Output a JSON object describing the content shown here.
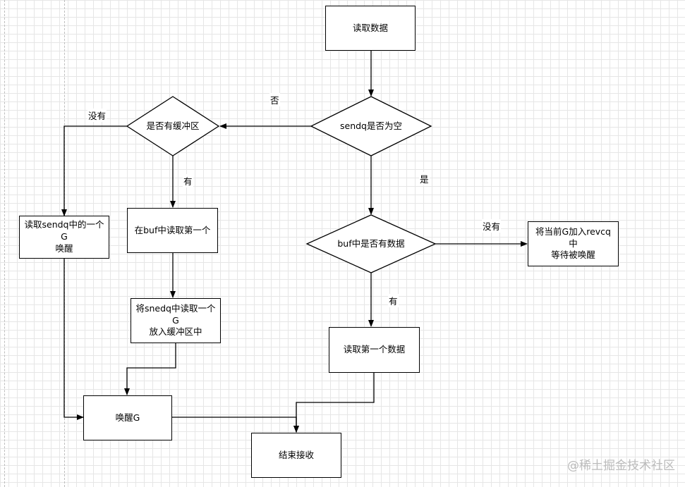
{
  "flowchart": {
    "nodes": {
      "read_data": "读取数据",
      "sendq_empty": "sendq是否为空",
      "has_buffer": "是否有缓冲区",
      "read_sendq_g": "读取sendq中的一个G\n唤醒",
      "read_buf_first": "在buf中读取第一个",
      "move_snedq_g": "将snedq中读取一个G\n放入缓冲区中",
      "wake_g": "唤醒G",
      "buf_has_data": "buf中是否有数据",
      "enqueue_revcq": "将当前G加入revcq中\n等待被唤醒",
      "read_first_data": "读取第一个数据",
      "end_receive": "结束接收"
    },
    "edge_labels": {
      "no_sendq": "否",
      "no_buffer": "没有",
      "has_buffer": "有",
      "yes_sendq": "是",
      "no_data": "没有",
      "has_data": "有"
    }
  },
  "watermark": "@稀土掘金技术社区"
}
